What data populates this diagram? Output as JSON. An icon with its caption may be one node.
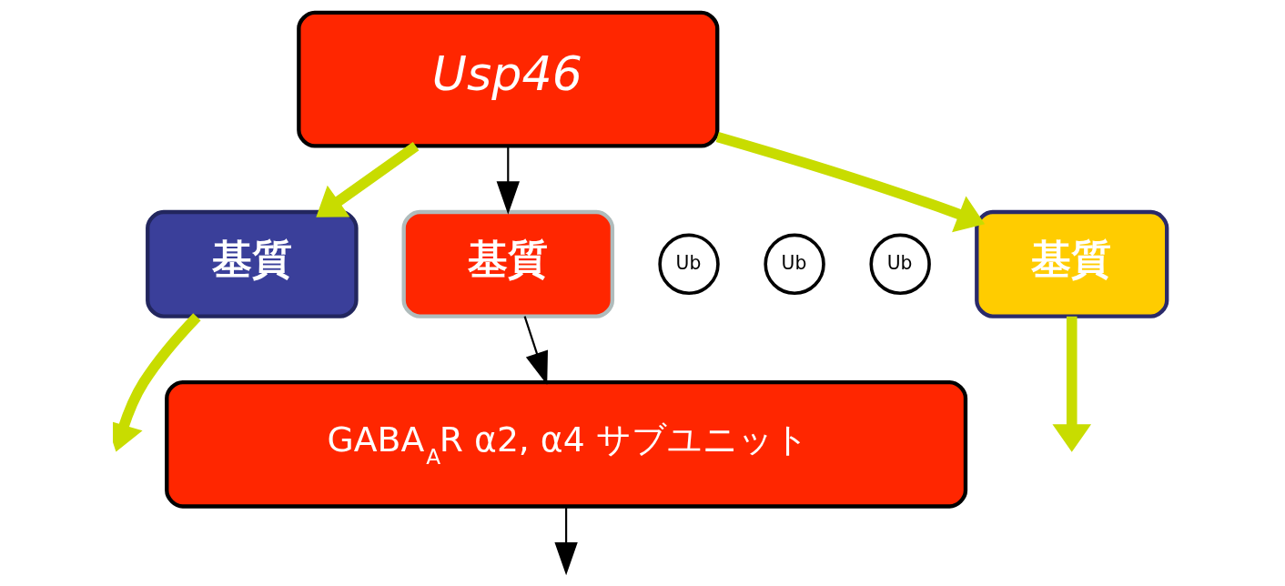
{
  "diagram": {
    "nodes": [
      {
        "text": [
          "Usp46"
        ]
      },
      {
        "text": [
          "基質"
        ]
      },
      {
        "text": [
          "基質"
        ]
      },
      {
        "text": [
          "基質"
        ]
      },
      {
        "text": [
          "Ub"
        ]
      },
      {
        "text": [
          "Ub"
        ]
      },
      {
        "text": [
          "Ub"
        ]
      },
      {
        "text": [
          "GABA$_{A}$R α2, α4 サブユニット"
        ]
      }
    ],
    "edges": [
      {
        "from": 0,
        "to": 1,
        "arrow": "to"
      },
      {
        "from": 0,
        "to": 2,
        "arrow": "to",
        "color": "#000000"
      },
      {
        "from": 0,
        "to": 3,
        "arrow": "to"
      },
      {
        "from": 2,
        "to": 7,
        "arrow": "to",
        "color": "#000000"
      },
      {
        "from": 1,
        "to": null,
        "arrow": "to"
      },
      {
        "from": 7,
        "to": null,
        "arrow": "to",
        "color": "#000000"
      },
      {
        "from": 3,
        "to": null,
        "arrow": "to"
      }
    ]
  }
}
